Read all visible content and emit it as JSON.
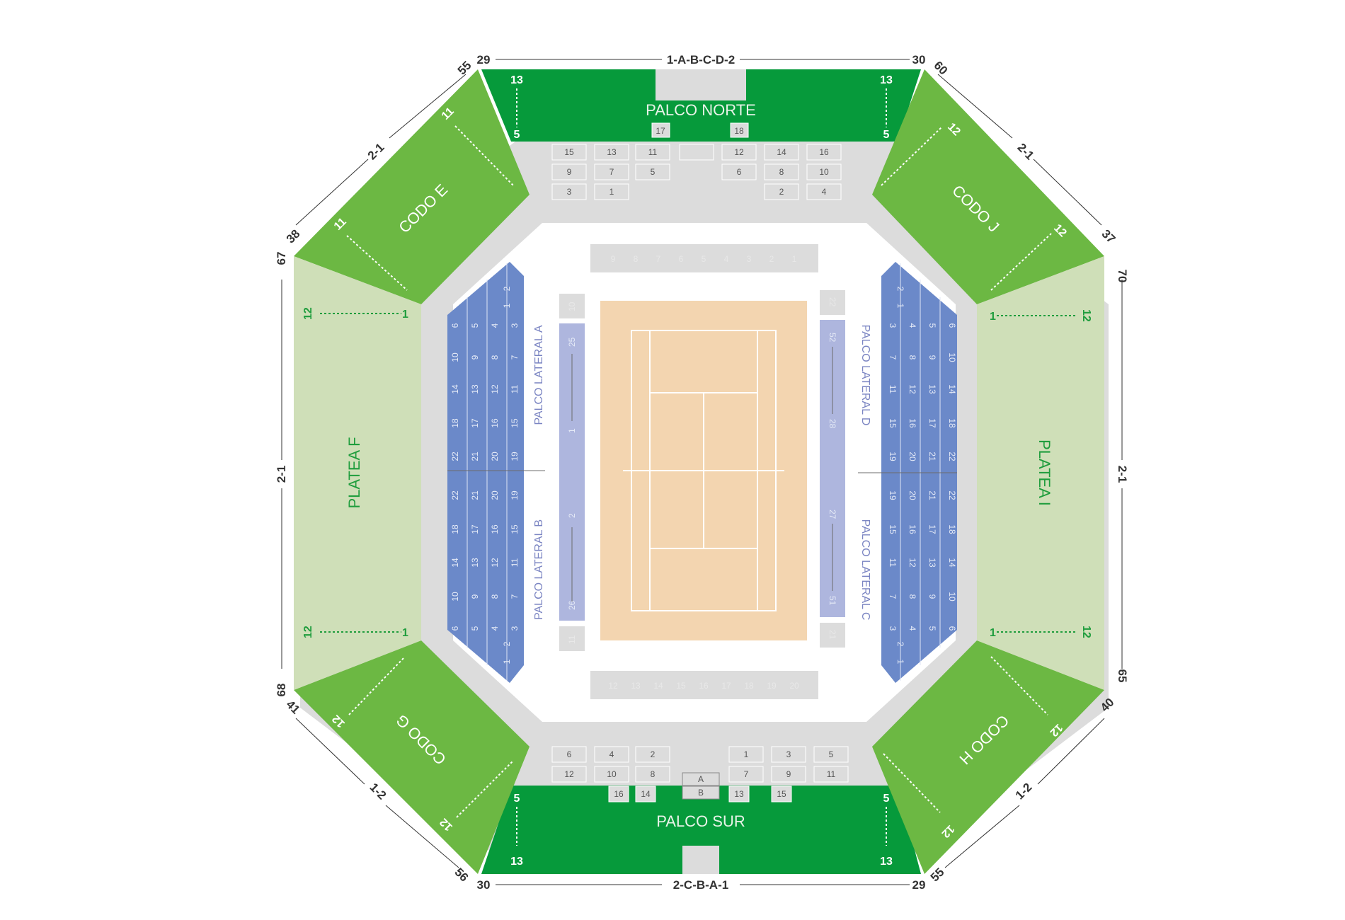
{
  "dims": {
    "north": "1-A-B-C-D-2",
    "south": "2-C-B-A-1",
    "n_left": "29",
    "n_right": "30",
    "s_left": "30",
    "s_right": "29",
    "nw_a": "55",
    "nw_b": "38",
    "nw_mid": "2-1",
    "ne_a": "60",
    "ne_b": "37",
    "ne_mid": "2-1",
    "sw_a": "41",
    "sw_b": "56",
    "sw_mid": "1-2",
    "se_a": "40",
    "se_b": "55",
    "se_mid": "1-2",
    "w_top": "67",
    "w_bot": "68",
    "w_mid": "2-1",
    "e_top": "70",
    "e_bot": "65",
    "e_mid": "2-1"
  },
  "zones": {
    "palco_norte": "PALCO NORTE",
    "palco_sur": "PALCO SUR",
    "codo_e": "CODO E",
    "codo_j": "CODO J",
    "codo_g": "CODO G",
    "codo_h": "CODO H",
    "platea_f": "PLATEA F",
    "platea_i": "PLATEA I",
    "lateral_a": "PALCO LATERAL A",
    "lateral_b": "PALCO LATERAL B",
    "lateral_c": "PALCO LATERAL C",
    "lateral_d": "PALCO LATERAL D"
  },
  "rows": {
    "n13": "13",
    "n5": "5",
    "s5": "5",
    "s13": "13",
    "e11": "11",
    "j12": "12",
    "g12": "12",
    "h12": "12",
    "f12": "12",
    "f1": "1",
    "i1": "1",
    "i12": "12"
  },
  "north_boxes": {
    "b17": "17",
    "b18": "18",
    "r1": [
      "15",
      "13",
      "11",
      "",
      "12",
      "14",
      "16"
    ],
    "r2": [
      "9",
      "7",
      "5",
      "6",
      "8",
      "10"
    ],
    "r3": [
      "3",
      "1",
      "2",
      "4"
    ]
  },
  "south_boxes": {
    "r1": [
      "6",
      "4",
      "2",
      "1",
      "3",
      "5"
    ],
    "r2": [
      "12",
      "10",
      "8",
      "7",
      "9",
      "11"
    ],
    "r3": [
      "16",
      "14",
      "13",
      "15"
    ],
    "a": "A",
    "b": "B"
  },
  "court_rows": {
    "top": [
      "9",
      "8",
      "7",
      "6",
      "5",
      "4",
      "3",
      "2",
      "1"
    ],
    "bottom": [
      "12",
      "13",
      "14",
      "15",
      "16",
      "17",
      "18",
      "19",
      "20"
    ],
    "l_top": "10",
    "l_bot": "11",
    "l_a": "25",
    "l_b": "1",
    "l_c": "2",
    "l_d": "26",
    "r_top": "22",
    "r_bot": "21",
    "r_a": "52",
    "r_b": "28",
    "r_c": "27",
    "r_d": "51"
  },
  "lateral_cols_left": [
    [
      "6",
      "10",
      "14",
      "18",
      "22",
      "22",
      "18",
      "14",
      "10",
      "6"
    ],
    [
      "5",
      "9",
      "13",
      "17",
      "21",
      "21",
      "17",
      "13",
      "9",
      "5"
    ],
    [
      "4",
      "8",
      "12",
      "16",
      "20",
      "20",
      "16",
      "12",
      "8",
      "4"
    ],
    [
      "3",
      "7",
      "11",
      "15",
      "19",
      "19",
      "15",
      "11",
      "7",
      "3"
    ],
    [
      "2",
      "1",
      "2",
      "1"
    ]
  ],
  "colors": {
    "dark_green": "#069a3b",
    "mid_green": "#6cb843",
    "light_green": "#cfdfb8",
    "blue": "#6b89c9",
    "lavender": "#aeb6de",
    "court": "#f3d5b0",
    "grey": "#dcdcdc"
  }
}
